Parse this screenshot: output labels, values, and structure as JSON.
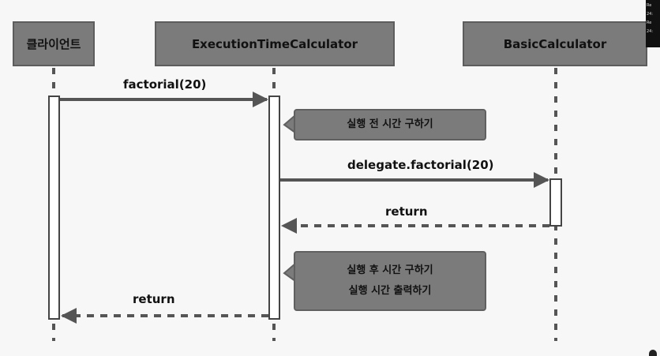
{
  "participants": {
    "client": "클라이언트",
    "timer": "ExecutionTimeCalculator",
    "basic": "BasicCalculator"
  },
  "messages": {
    "call_factorial": "factorial(20)",
    "call_delegate": "delegate.factorial(20)",
    "return_basic": "return",
    "return_timer": "return"
  },
  "notes": {
    "before": "실행 전 시간 구하기",
    "after_line1": "실행 후 시간 구하기",
    "after_line2": "실행 시간 출력하기"
  },
  "corner_panel": {
    "lines": [
      "Re",
      "24:",
      "Re",
      "24:"
    ]
  },
  "colors": {
    "box": "#7b7b7b",
    "line": "#555555",
    "background": "#f7f7f7"
  }
}
